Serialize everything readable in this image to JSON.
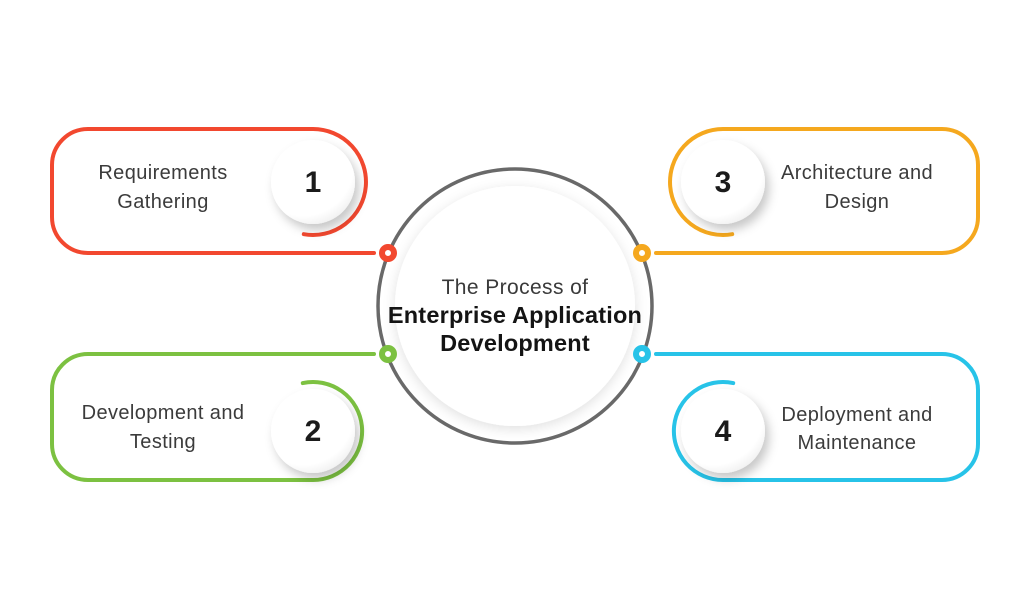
{
  "background": "#ffffff",
  "hub": {
    "line1": "The Process of",
    "line2": "Enterprise Application",
    "line3": "Development",
    "circle_color": "#696969"
  },
  "steps": [
    {
      "number": "1",
      "title": "Requirements Gathering",
      "line1": "Requirements",
      "line2": "Gathering",
      "color": "#F2482F",
      "position": "top-left"
    },
    {
      "number": "2",
      "title": "Development and Testing",
      "line1": "Development and",
      "line2": "Testing",
      "color": "#7CC141",
      "position": "bottom-left"
    },
    {
      "number": "3",
      "title": "Architecture and Design",
      "line1": "Architecture and",
      "line2": "Design",
      "color": "#F5A81E",
      "position": "top-right"
    },
    {
      "number": "4",
      "title": "Deployment and Maintenance",
      "line1": "Deployment and",
      "line2": "Maintenance",
      "color": "#27C3E8",
      "position": "bottom-right"
    }
  ]
}
